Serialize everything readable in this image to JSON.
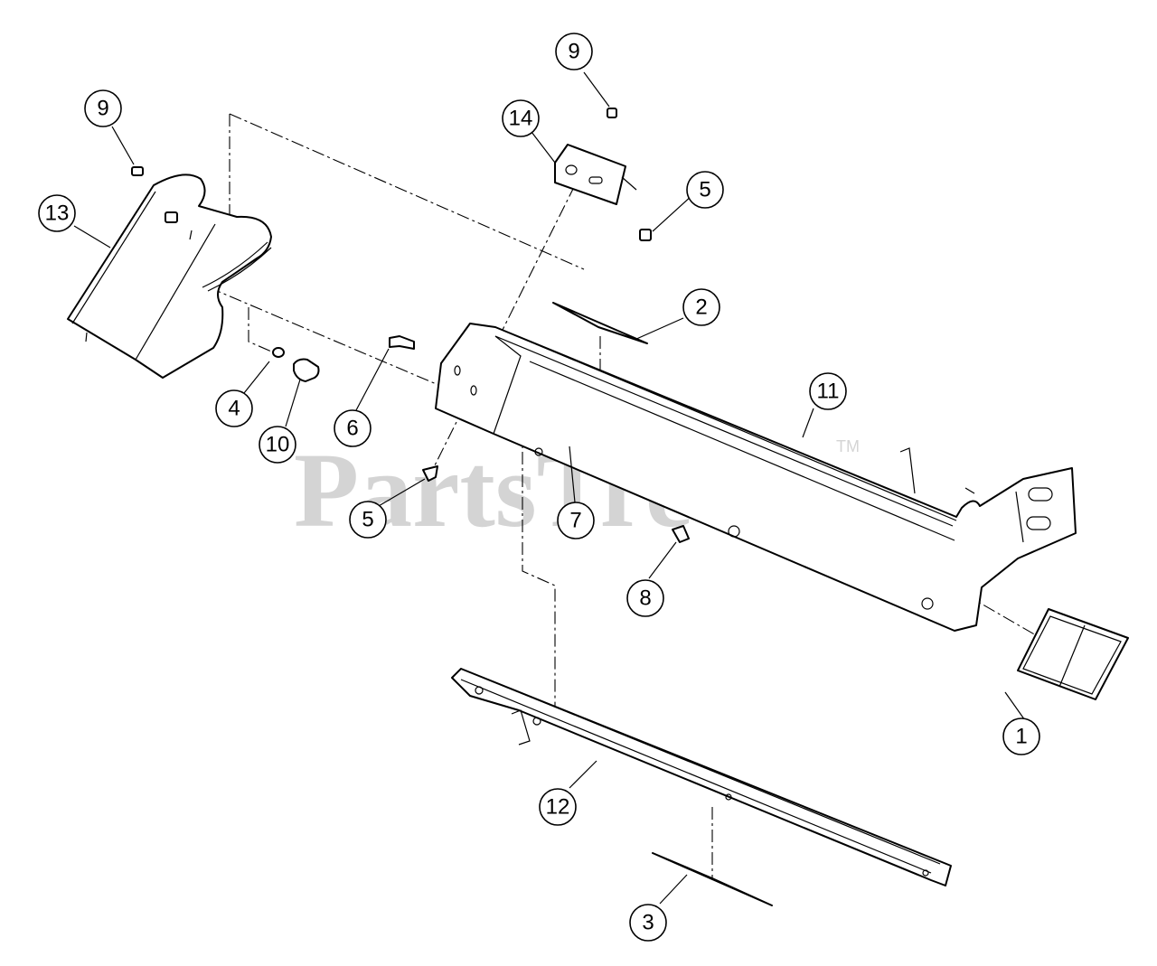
{
  "watermark": {
    "text": "PartsTree",
    "trademark": "TM"
  },
  "callouts": [
    {
      "id": "callout-1",
      "label": "1"
    },
    {
      "id": "callout-2",
      "label": "2"
    },
    {
      "id": "callout-3",
      "label": "3"
    },
    {
      "id": "callout-4",
      "label": "4"
    },
    {
      "id": "callout-5-upper",
      "label": "5"
    },
    {
      "id": "callout-5-lower",
      "label": "5"
    },
    {
      "id": "callout-6",
      "label": "6"
    },
    {
      "id": "callout-7",
      "label": "7"
    },
    {
      "id": "callout-8",
      "label": "8"
    },
    {
      "id": "callout-9-upper",
      "label": "9"
    },
    {
      "id": "callout-9-left",
      "label": "9"
    },
    {
      "id": "callout-10",
      "label": "10"
    },
    {
      "id": "callout-11",
      "label": "11"
    },
    {
      "id": "callout-12",
      "label": "12"
    },
    {
      "id": "callout-13",
      "label": "13"
    },
    {
      "id": "callout-14",
      "label": "14"
    }
  ]
}
